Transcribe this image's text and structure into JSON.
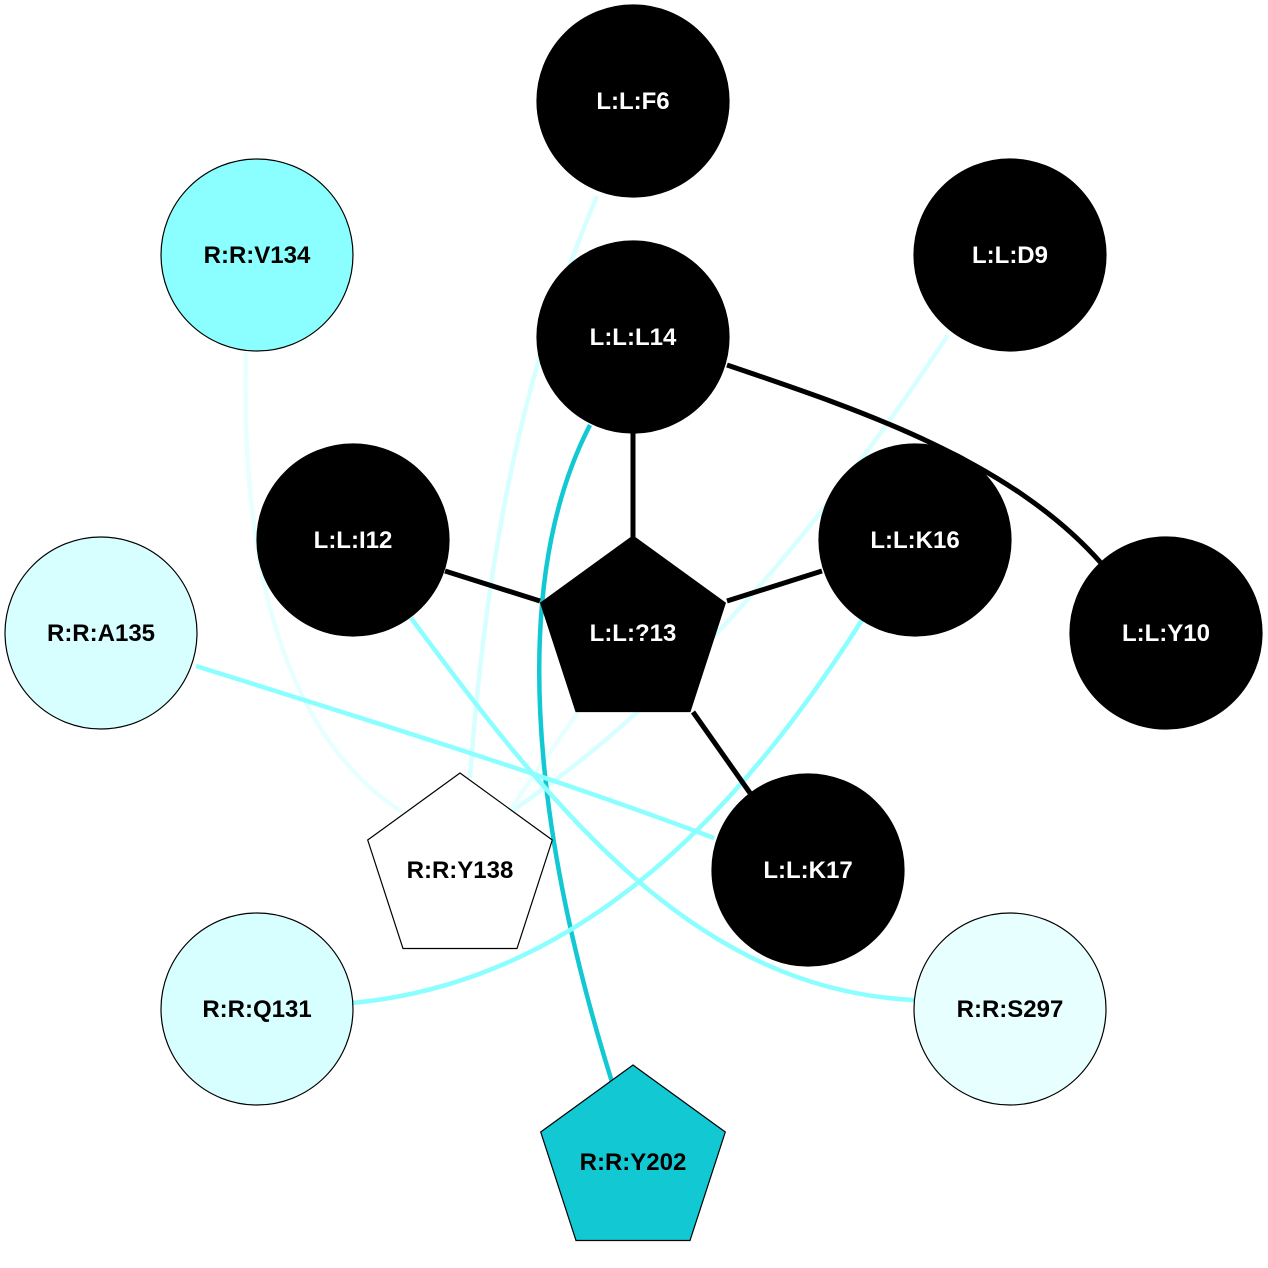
{
  "nodes": [
    {
      "id": "F6",
      "label": "L:L:F6",
      "shape": "circle",
      "fill": "#000000",
      "text_color": "#ffffff"
    },
    {
      "id": "V134",
      "label": "R:R:V134",
      "shape": "circle",
      "fill": "#8bffff",
      "text_color": "#000000"
    },
    {
      "id": "D9",
      "label": "L:L:D9",
      "shape": "circle",
      "fill": "#000000",
      "text_color": "#ffffff"
    },
    {
      "id": "L14",
      "label": "L:L:L14",
      "shape": "circle",
      "fill": "#000000",
      "text_color": "#ffffff"
    },
    {
      "id": "I12",
      "label": "L:L:I12",
      "shape": "circle",
      "fill": "#000000",
      "text_color": "#ffffff"
    },
    {
      "id": "K16",
      "label": "L:L:K16",
      "shape": "circle",
      "fill": "#000000",
      "text_color": "#ffffff"
    },
    {
      "id": "A135",
      "label": "R:R:A135",
      "shape": "circle",
      "fill": "#d8ffff",
      "text_color": "#000000"
    },
    {
      "id": "Q13",
      "label": "L:L:?13",
      "shape": "pentagon",
      "fill": "#000000",
      "text_color": "#ffffff"
    },
    {
      "id": "Y10",
      "label": "L:L:Y10",
      "shape": "circle",
      "fill": "#000000",
      "text_color": "#ffffff"
    },
    {
      "id": "Y138",
      "label": "R:R:Y138",
      "shape": "pentagon",
      "fill": "#ffffff",
      "text_color": "#000000"
    },
    {
      "id": "K17",
      "label": "L:L:K17",
      "shape": "circle",
      "fill": "#000000",
      "text_color": "#ffffff"
    },
    {
      "id": "Q131",
      "label": "R:R:Q131",
      "shape": "circle",
      "fill": "#d8ffff",
      "text_color": "#000000"
    },
    {
      "id": "S297",
      "label": "R:R:S297",
      "shape": "circle",
      "fill": "#e8ffff",
      "text_color": "#000000"
    },
    {
      "id": "Y202",
      "label": "R:R:Y202",
      "shape": "pentagon",
      "fill": "#12c8d2",
      "text_color": "#000000"
    }
  ],
  "edges": [
    {
      "from": "F6",
      "to": "Y138",
      "color": "#d8ffff"
    },
    {
      "from": "V134",
      "to": "Y138",
      "color": "#e8ffff"
    },
    {
      "from": "D9",
      "to": "Y138",
      "color": "#d8ffff"
    },
    {
      "from": "Q13",
      "to": "Y138",
      "color": "#e8ffff"
    },
    {
      "from": "L14",
      "to": "Y202",
      "color": "#12c8d2"
    },
    {
      "from": "I12",
      "to": "S297",
      "color": "#8bffff"
    },
    {
      "from": "A135",
      "to": "K17",
      "color": "#8bffff"
    },
    {
      "from": "K16",
      "to": "Q131",
      "color": "#8bffff"
    },
    {
      "from": "L14",
      "to": "Y10",
      "color": "#000000"
    },
    {
      "from": "L14",
      "to": "Q13",
      "color": "#000000"
    },
    {
      "from": "I12",
      "to": "Q13",
      "color": "#000000"
    },
    {
      "from": "K16",
      "to": "Q13",
      "color": "#000000"
    },
    {
      "from": "Q13",
      "to": "K17",
      "color": "#000000"
    }
  ]
}
